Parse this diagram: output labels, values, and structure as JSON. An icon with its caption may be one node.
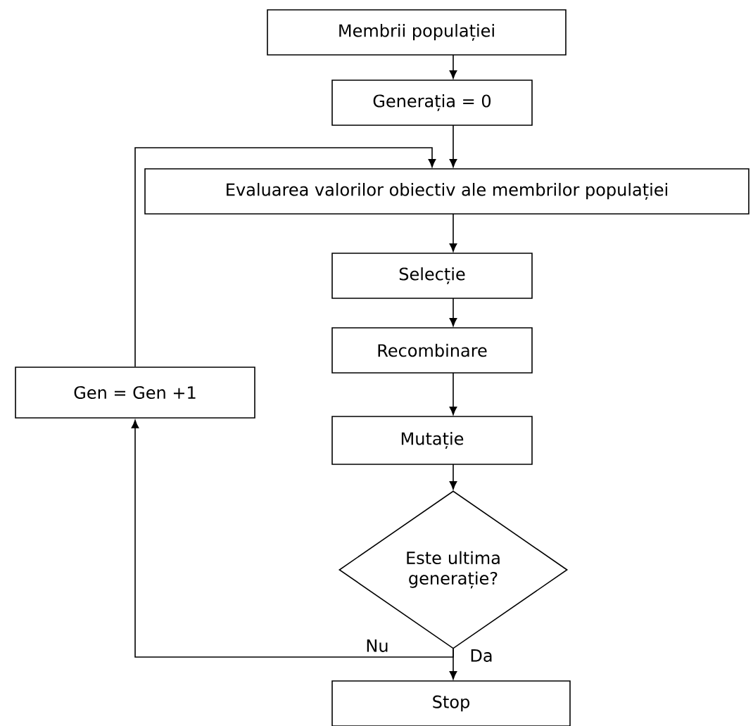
{
  "diagram": {
    "nodes": [
      {
        "text": [
          "Membrii populației"
        ]
      },
      {
        "text": [
          "Generația = 0"
        ]
      },
      {
        "text": [
          "Evaluarea valorilor obiectiv ale membrilor populației"
        ]
      },
      {
        "text": [
          "Selecție"
        ]
      },
      {
        "text": [
          "Recombinare"
        ]
      },
      {
        "text": [
          "Mutație"
        ]
      },
      {
        "text": [
          "Este ultima generație?"
        ]
      },
      {
        "text": [
          "Stop"
        ]
      },
      {
        "text": [
          "Gen = Gen +1"
        ]
      }
    ],
    "edges": [
      {
        "from": 0,
        "to": 1,
        "arrow": "to"
      },
      {
        "from": 1,
        "to": 2,
        "arrow": "to"
      },
      {
        "from": 2,
        "to": 3,
        "arrow": "to"
      },
      {
        "from": 3,
        "to": 4,
        "arrow": "to"
      },
      {
        "from": 4,
        "to": 5,
        "arrow": "to"
      },
      {
        "from": 5,
        "to": 6,
        "arrow": "to"
      },
      {
        "from": 6,
        "to": 7,
        "arrow": "to",
        "label": "Da"
      },
      {
        "from": 6,
        "to": 8,
        "arrow": "to",
        "label": "Nu"
      },
      {
        "from": 8,
        "to": 2,
        "arrow": "to"
      }
    ]
  }
}
